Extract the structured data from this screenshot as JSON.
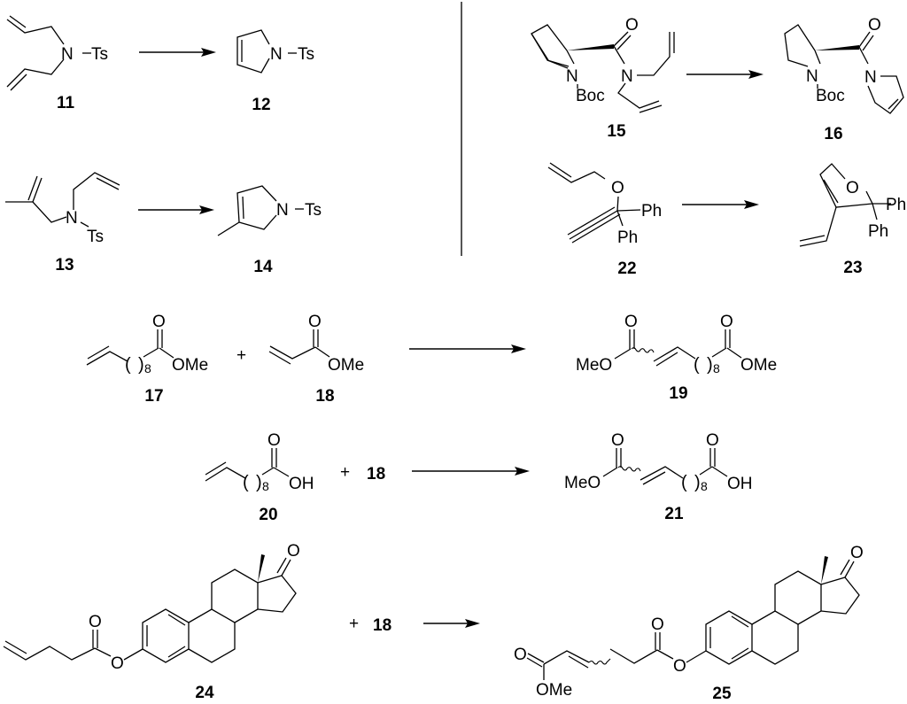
{
  "figure": {
    "title": "Olefin metathesis reaction scheme",
    "colors": {
      "ink": "#000000",
      "divider": "#555555",
      "background": "#ffffff"
    }
  },
  "reactions": [
    {
      "id": "rxn-11-12",
      "reactants": [
        "11"
      ],
      "products": [
        "12"
      ],
      "type": "ring-closing metathesis"
    },
    {
      "id": "rxn-13-14",
      "reactants": [
        "13"
      ],
      "products": [
        "14"
      ],
      "type": "ring-closing metathesis"
    },
    {
      "id": "rxn-15-16",
      "reactants": [
        "15"
      ],
      "products": [
        "16"
      ],
      "type": "ring-closing metathesis"
    },
    {
      "id": "rxn-22-23",
      "reactants": [
        "22"
      ],
      "products": [
        "23"
      ],
      "type": "enyne ring-closing metathesis"
    },
    {
      "id": "rxn-17-18-19",
      "reactants": [
        "17",
        "18"
      ],
      "products": [
        "19"
      ],
      "type": "cross metathesis"
    },
    {
      "id": "rxn-20-18-21",
      "reactants": [
        "20",
        "18"
      ],
      "products": [
        "21"
      ],
      "type": "cross metathesis"
    },
    {
      "id": "rxn-24-18-25",
      "reactants": [
        "24",
        "18"
      ],
      "products": [
        "25"
      ],
      "type": "cross metathesis"
    }
  ],
  "compounds": {
    "c11": {
      "label": "11",
      "atoms": {
        "N": "N",
        "Ts": "Ts"
      }
    },
    "c12": {
      "label": "12",
      "atoms": {
        "N": "N",
        "Ts": "Ts"
      }
    },
    "c13": {
      "label": "13",
      "atoms": {
        "N": "N",
        "Ts": "Ts"
      }
    },
    "c14": {
      "label": "14",
      "atoms": {
        "N": "N",
        "Ts": "Ts"
      }
    },
    "c15": {
      "label": "15",
      "atoms": {
        "O": "O",
        "N1": "N",
        "N2": "N",
        "Boc": "Boc"
      }
    },
    "c16": {
      "label": "16",
      "atoms": {
        "O": "O",
        "N1": "N",
        "N2": "N",
        "Boc": "Boc"
      }
    },
    "c22": {
      "label": "22",
      "atoms": {
        "O": "O",
        "Ph1": "Ph",
        "Ph2": "Ph"
      }
    },
    "c23": {
      "label": "23",
      "atoms": {
        "O": "O",
        "Ph1": "Ph",
        "Ph2": "Ph"
      }
    },
    "c17": {
      "label": "17",
      "atoms": {
        "O": "O",
        "OMe": "OMe",
        "n": "8"
      }
    },
    "c18": {
      "label": "18",
      "atoms": {
        "O": "O",
        "OMe": "OMe"
      }
    },
    "c19": {
      "label": "19",
      "atoms": {
        "O1": "O",
        "O2": "O",
        "MeO": "MeO",
        "OMe": "OMe",
        "n": "8"
      }
    },
    "c20": {
      "label": "20",
      "atoms": {
        "O": "O",
        "OH": "OH",
        "n": "8"
      }
    },
    "c21": {
      "label": "21",
      "atoms": {
        "O1": "O",
        "O2": "O",
        "MeO": "MeO",
        "OH": "OH",
        "n": "8"
      }
    },
    "c24": {
      "label": "24",
      "atoms": {
        "O1": "O",
        "O2": "O",
        "O3": "O"
      }
    },
    "c25": {
      "label": "25",
      "atoms": {
        "O1": "O",
        "O2": "O",
        "O3": "O",
        "O4": "O",
        "OMe": "OMe"
      }
    }
  },
  "operators": {
    "plus": "+",
    "ref18": "18",
    "paren_open": "(",
    "paren_close": ")"
  }
}
